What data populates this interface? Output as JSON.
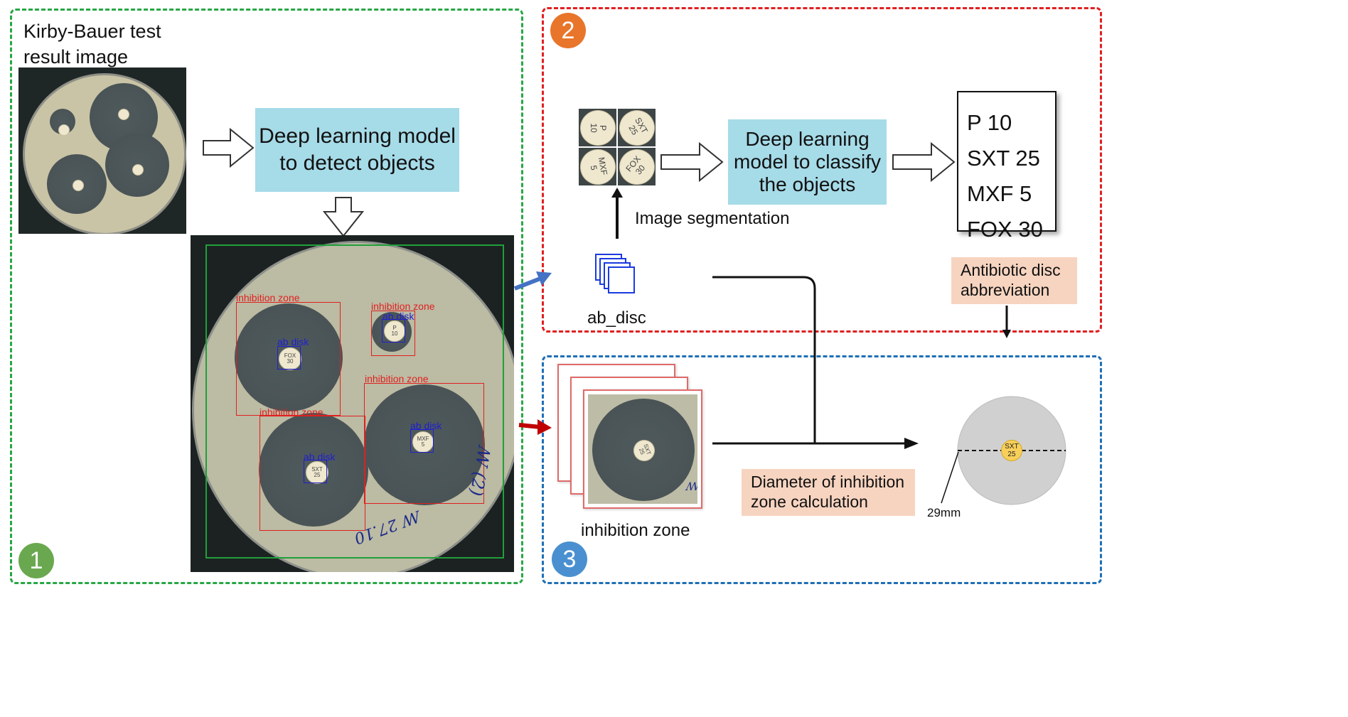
{
  "panels": {
    "p1": {
      "badge": "1",
      "color": "#28a745",
      "badge_color": "#6aa84f"
    },
    "p2": {
      "badge": "2",
      "color": "#e02020",
      "badge_color": "#e8752a"
    },
    "p3": {
      "badge": "3",
      "color": "#1f6fb5",
      "badge_color": "#4a90d0"
    }
  },
  "input_image": {
    "title": "Kirby-Bauer test\nresult image"
  },
  "detect_model": {
    "label": "Deep learning model\nto detect objects"
  },
  "detections": {
    "zone_label": "inhibition zone",
    "disk_label": "ab disk",
    "discs": [
      "FOX\n30",
      "P\n10",
      "MXF\n5",
      "SXT\n25"
    ]
  },
  "segmentation": {
    "tiles": [
      "P\n10",
      "SXT\n25",
      "MXF\n5",
      "FOX\n30"
    ],
    "caption": "Image segmentation",
    "stack_label": "ab_disc"
  },
  "classify_model": {
    "label": "Deep learning\nmodel to classify\nthe objects"
  },
  "results": {
    "items": [
      "P 10",
      "SXT 25",
      "MXF 5",
      "FOX 30"
    ]
  },
  "abbrev_box": {
    "label": "Antibiotic disc\nabbreviation"
  },
  "zone_stack": {
    "label": "inhibition zone",
    "disc_text": "SXT\n25"
  },
  "diameter_box": {
    "label": "Diameter of inhibition\nzone calculation"
  },
  "measure": {
    "disc_text": "SXT\n25",
    "value": "29mm"
  },
  "handwriting": {
    "line1": "ꟿ (2)",
    "line2": "ꟿ 27.10"
  }
}
